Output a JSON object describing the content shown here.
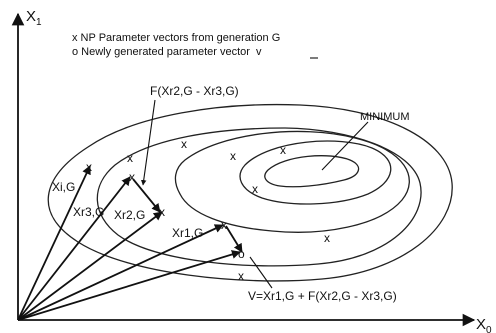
{
  "axes": {
    "y_label": "X",
    "y_sub": "1",
    "x_label": "X",
    "x_sub": "0"
  },
  "legend": {
    "line1": "x NP Parameter vectors from generation G",
    "line2": "o Newly generated parameter vector",
    "line2_symbol": "v"
  },
  "labels": {
    "minimum": "MINIMUM",
    "diff_top": "F(Xr2,G - Xr3,G)",
    "xi": "Xi,G",
    "xr3": "Xr3,G",
    "xr2": "Xr2,G",
    "xr1": "Xr1,G",
    "formula": "V=Xr1,G + F(Xr2,G - Xr3,G)",
    "x_mark": "x",
    "o_mark": "o"
  },
  "colors": {
    "ink": "#111111",
    "background": "#ffffff"
  }
}
